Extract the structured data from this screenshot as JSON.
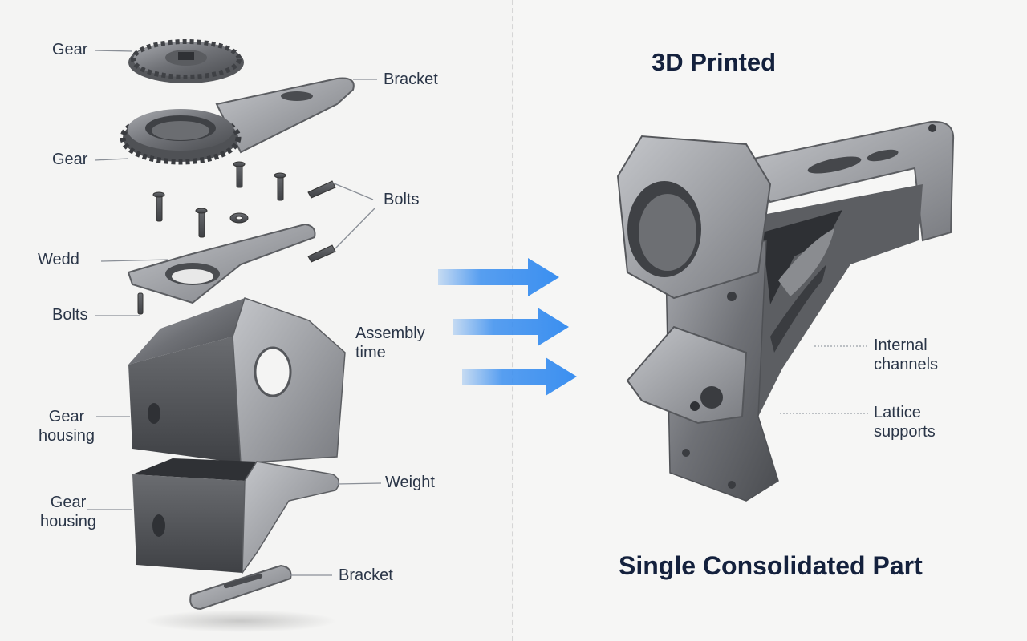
{
  "left_labels": {
    "gear_top": "Gear",
    "bracket_top": "Bracket",
    "gear_second": "Gear",
    "bolts_upper": "Bolts",
    "wedd": "Wedd",
    "bolts_lower": "Bolts",
    "assembly_time": "Assembly time",
    "gear_housing_upper": "Gear housing",
    "weight": "Weight",
    "gear_housing_lower": "Gear housing",
    "bracket_bottom": "Bracket"
  },
  "right": {
    "title_top": "3D Printed",
    "title_bottom": "Single Consolidated Part",
    "internal_channels": "Internal channels",
    "lattice_supports": "Lattice supports"
  },
  "colors": {
    "arrow_blue": "#3b8ff0",
    "metal_dark": "#4a4c50",
    "metal_mid": "#7d7f84",
    "metal_light": "#b9bbbf",
    "text_dark": "#14213d"
  }
}
